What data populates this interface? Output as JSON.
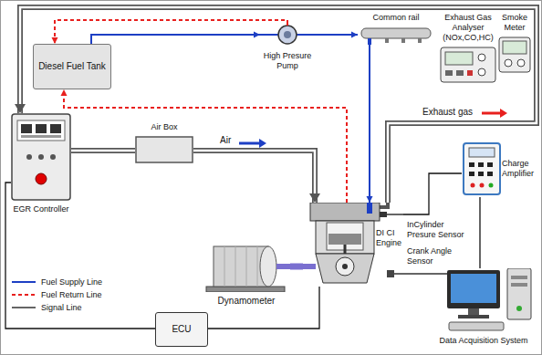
{
  "diagram": {
    "nodes": [
      {
        "text": [
          "Diesel Fuel Tank"
        ]
      },
      {
        "text": [
          "High Presure Pump"
        ]
      },
      {
        "text": [
          "Common rail"
        ]
      },
      {
        "text": [
          "Exhaust Gas Analyser (NOx,CO,HC)"
        ]
      },
      {
        "text": [
          "Smoke Meter"
        ]
      },
      {
        "text": [
          "EGR Controller"
        ]
      },
      {
        "text": [
          "Air Box"
        ]
      },
      {
        "text": [
          "Charge Amplifier"
        ]
      },
      {
        "text": [
          "DI CI Engine"
        ]
      },
      {
        "text": [
          "Dynamometer"
        ]
      },
      {
        "text": [
          "Data Acquisition System"
        ]
      },
      {
        "text": [
          "ECU"
        ]
      }
    ],
    "edges": [
      {
        "from": 0,
        "to": 1,
        "arrow": "to"
      },
      {
        "from": 1,
        "to": 0,
        "arrow": "to"
      },
      {
        "from": 1,
        "to": 2,
        "arrow": "to"
      },
      {
        "from": 2,
        "to": 8,
        "arrow": "to"
      },
      {
        "from": 8,
        "to": 0,
        "arrow": "to"
      },
      {
        "from": 5,
        "to": 6,
        "arrow": "none"
      },
      {
        "from": 6,
        "to": 8,
        "label": "Air",
        "arrow": "to"
      },
      {
        "from": 8,
        "to": 5,
        "label": "Exhaust gas",
        "arrow": "to"
      },
      {
        "from": 8,
        "to": 9,
        "arrow": "none"
      },
      {
        "from": 11,
        "to": 5,
        "arrow": "none"
      },
      {
        "from": 11,
        "to": 8,
        "arrow": "none"
      },
      {
        "from": 8,
        "to": 7,
        "arrow": "none"
      },
      {
        "from": 7,
        "to": 10,
        "arrow": "none"
      },
      {
        "from": 8,
        "to": 10,
        "arrow": "none"
      }
    ],
    "labels": [
      "InCylinder Presure Sensor",
      "Crank Angle Sensor"
    ],
    "legend": [
      {
        "text": "Fuel Supply Line"
      },
      {
        "text": "Fuel Return Line"
      },
      {
        "text": "Signal Line"
      }
    ]
  }
}
